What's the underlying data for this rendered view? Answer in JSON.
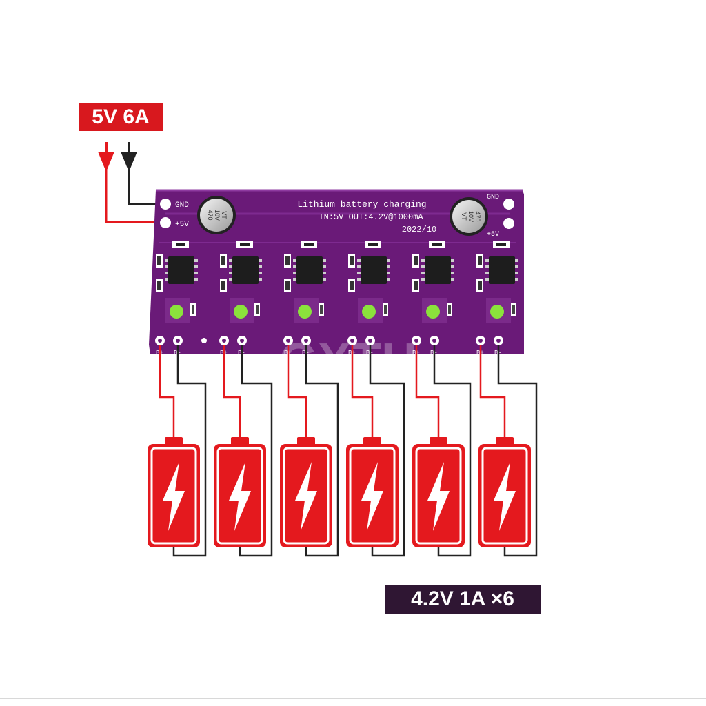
{
  "input_label": "5V 6A",
  "output_label": "4.2V 1A ×6",
  "pcb": {
    "title": "Lithium battery charging",
    "spec": "IN:5V OUT:4.2V@1000mA",
    "date": "2022/10",
    "gnd_left": "GND",
    "plus5v_left": "+5V",
    "gnd_right": "GND",
    "plus5v_right": "+5V",
    "capacitor_value": "470",
    "capacitor_voltage": "10V",
    "capacitor_code": "VT",
    "channel_plus": "B+",
    "channel_minus": "B-",
    "channel_count": 6
  },
  "watermark": "GXTH",
  "colors": {
    "pcb": "#6a1a78",
    "wire_red": "#e4191e",
    "wire_black": "#222222",
    "battery": "#e4191e",
    "led": "#8be23c"
  },
  "icons": [
    "arrow-down-icon",
    "battery-charging-icon",
    "capacitor-icon",
    "chip-icon",
    "led-icon"
  ]
}
